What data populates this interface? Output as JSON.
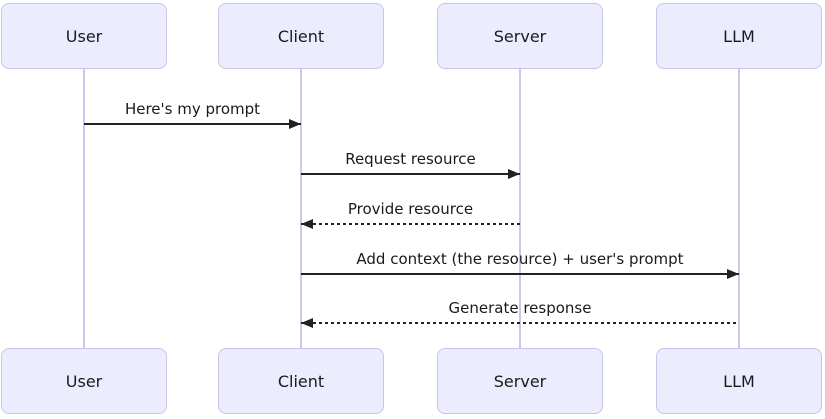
{
  "diagram": {
    "type": "sequence",
    "actors": [
      {
        "id": "user",
        "label": "User"
      },
      {
        "id": "client",
        "label": "Client"
      },
      {
        "id": "server",
        "label": "Server"
      },
      {
        "id": "llm",
        "label": "LLM"
      }
    ],
    "messages": [
      {
        "label": "Here's my prompt",
        "from": "user",
        "to": "client",
        "line": "solid",
        "direction": "right"
      },
      {
        "label": "Request resource",
        "from": "client",
        "to": "server",
        "line": "solid",
        "direction": "right"
      },
      {
        "label": "Provide resource",
        "from": "server",
        "to": "client",
        "line": "dashed",
        "direction": "left"
      },
      {
        "label": "Add context (the resource) + user's prompt",
        "from": "client",
        "to": "llm",
        "line": "solid",
        "direction": "right"
      },
      {
        "label": "Generate response",
        "from": "llm",
        "to": "client",
        "line": "dashed",
        "direction": "left"
      }
    ],
    "colors": {
      "background": "#FFFFFF",
      "actor_fill": "#ECECFF",
      "actor_border": "#CCC3EA",
      "lifeline": "#CFC6EE",
      "message_line": "#222222",
      "text": "#1A1A1A"
    }
  }
}
